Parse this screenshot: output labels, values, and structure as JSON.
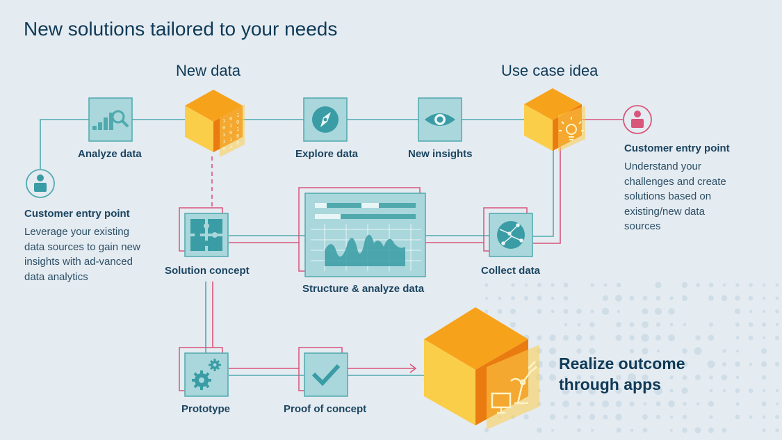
{
  "title": "New solutions tailored to your needs",
  "headings": {
    "new_data": "New data",
    "use_case_idea": "Use case idea"
  },
  "nodes": {
    "analyze_data": "Analyze data",
    "explore_data": "Explore data",
    "new_insights": "New insights",
    "solution_concept": "Solution concept",
    "structure_analyze": "Structure & analyze data",
    "collect_data": "Collect data",
    "prototype": "Prototype",
    "proof_of_concept": "Proof of concept"
  },
  "entry_left": {
    "title": "Customer entry point",
    "text": "Leverage your existing data sources to gain new insights with ad-vanced data analytics"
  },
  "entry_right": {
    "title": "Customer entry point",
    "text": "Understand your challenges and create solutions based on existing/new data sources"
  },
  "outcome": "Realize outcome through apps",
  "binary_digits": "0101101010",
  "colors": {
    "teal": "#4fa9ad",
    "icon_fill": "#a9d7dc",
    "pink": "#d9557a",
    "orange": "#f7a21b",
    "orange_dark": "#ea7b10",
    "yellow": "#fbce4a",
    "navy": "#0f3a57",
    "background": "#e4ebf1"
  }
}
